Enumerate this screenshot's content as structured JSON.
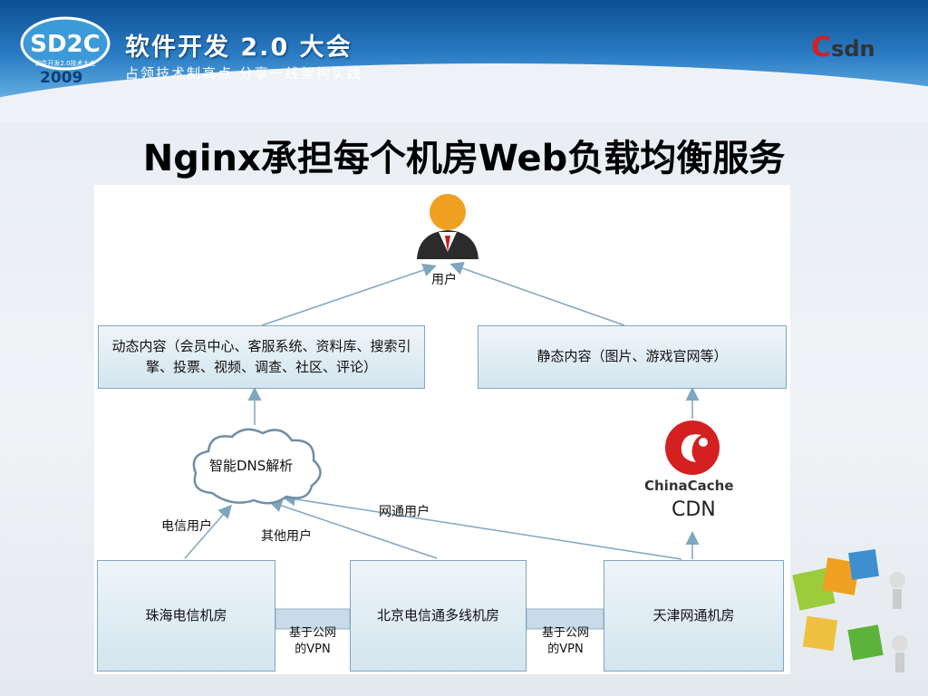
{
  "header": {
    "logo_text": "SD2C",
    "logo_subtitle": "软件开发2.0技术大会",
    "logo_year": "2009",
    "conference_title": "软件开发 2.0 大会",
    "conference_subtitle": "占领技术制高点 分享一线架构实践",
    "sponsor_logo": "Csdn",
    "sponsor_logo_c": "C",
    "sponsor_logo_rest": "sdn"
  },
  "slide": {
    "title": "Nginx承担每个机房Web负载均衡服务"
  },
  "diagram": {
    "user_label": "用户",
    "dynamic_content": "动态内容（会员中心、客服系统、资料库、搜索引擎、投票、视频、调查、社区、评论）",
    "static_content": "静态内容（图片、游戏官网等）",
    "dns_cloud": "智能DNS解析",
    "cdn_brand": "ChinaCache",
    "cdn_label": "CDN",
    "edge_telecom_users": "电信用户",
    "edge_other_users": "其他用户",
    "edge_netcom_users": "网通用户",
    "datacenters": [
      "珠海电信机房",
      "北京电信通多线机房",
      "天津网通机房"
    ],
    "vpn_links": [
      {
        "line1": "基于公网",
        "line2": "的VPN"
      },
      {
        "line1": "基于公网",
        "line2": "的VPN"
      }
    ]
  },
  "colors": {
    "banner_dark": "#0d4f93",
    "box_border": "#7fa6bf",
    "box_fill": "#d3e5ef",
    "arrow": "#7fa6bf",
    "chinacache_red": "#d42020"
  }
}
